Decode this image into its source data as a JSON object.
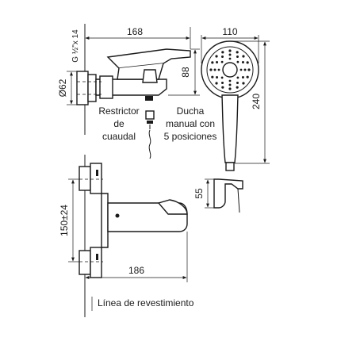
{
  "dimensions": {
    "top_width": "168",
    "top_height": "88",
    "shower_width": "110",
    "shower_height": "240",
    "holder_height": "55",
    "connection_diameter": "Ø62",
    "thread": "G ½\"x 14",
    "center_distance": "150±24",
    "bottom_width": "186"
  },
  "callouts": {
    "restrictor": [
      "Restrictor",
      "de",
      "cuaudal"
    ],
    "shower": [
      "Ducha",
      "manual con",
      "5 posiciones"
    ]
  },
  "wall_line_label": "Línea de revestimiento"
}
